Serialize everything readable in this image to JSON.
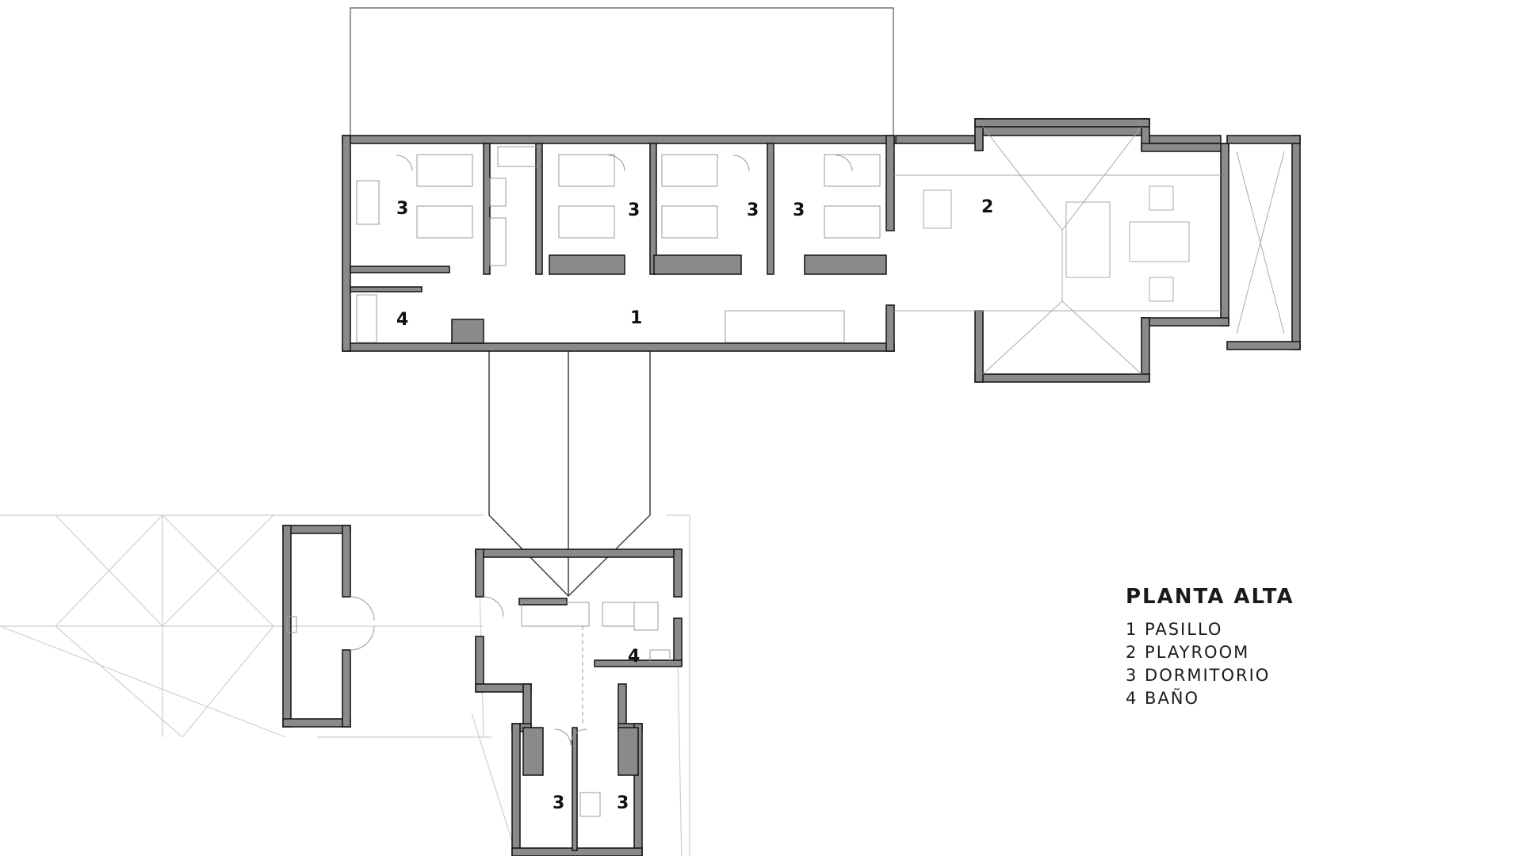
{
  "plan": {
    "rooms": [
      {
        "id": "r1",
        "number": "3"
      },
      {
        "id": "r2",
        "number": "3"
      },
      {
        "id": "r3",
        "number": "3"
      },
      {
        "id": "r4",
        "number": "3"
      },
      {
        "id": "r5",
        "number": "2"
      },
      {
        "id": "r6",
        "number": "4"
      },
      {
        "id": "r7",
        "number": "1"
      },
      {
        "id": "r8",
        "number": "4"
      },
      {
        "id": "r9",
        "number": "3"
      },
      {
        "id": "r10",
        "number": "3"
      }
    ]
  },
  "legend": {
    "title": "PLANTA ALTA",
    "items": [
      "1 PASILLO",
      "2 PLAYROOM",
      "3 DORMITORIO",
      "4 BAÑO"
    ]
  },
  "colors": {
    "wall_fill": "#8a8a8a",
    "wall_stroke": "#111111",
    "thin_line": "#9a9a9a",
    "roof_line": "#c8c8c8"
  }
}
